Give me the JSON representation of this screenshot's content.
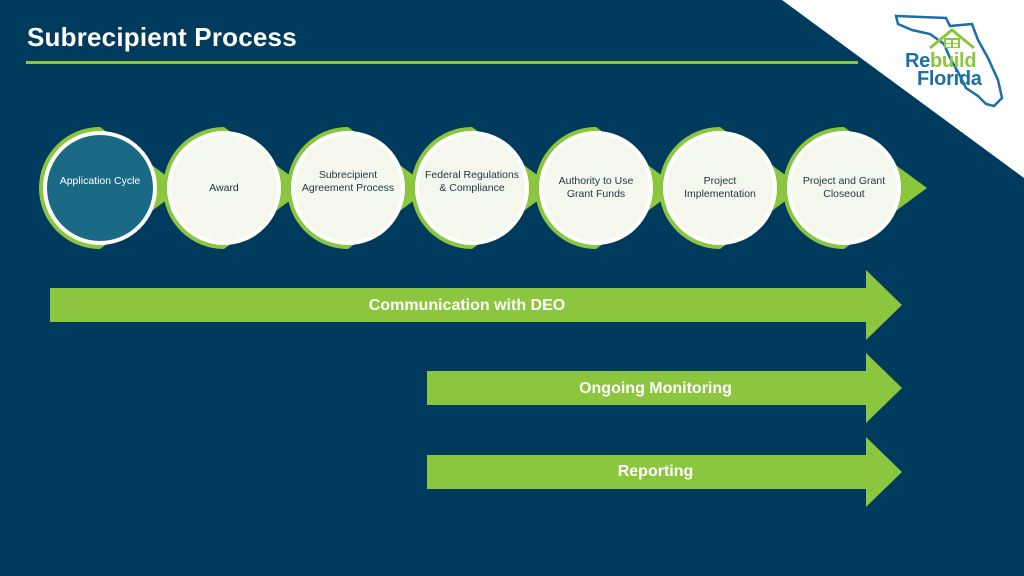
{
  "title": "Subrecipient Process",
  "logo": {
    "part1": "Re",
    "part2": "build",
    "part3": "Florida"
  },
  "colors": {
    "background": "#003a5c",
    "accent": "#8cc63f",
    "active_step": "#1b6a85",
    "step_fill": "#f3f7ec",
    "logo_blue": "#1a6fa8"
  },
  "steps": [
    {
      "label": "Application Cycle",
      "active": true
    },
    {
      "label": "Award",
      "active": false
    },
    {
      "label": "Subrecipient Agreement Process",
      "active": false
    },
    {
      "label": "Federal Regulations & Compliance",
      "active": false
    },
    {
      "label": "Authority to Use Grant Funds",
      "active": false
    },
    {
      "label": "Project Implementation",
      "active": false
    },
    {
      "label": "Project and Grant Closeout",
      "active": false
    }
  ],
  "arrows": [
    {
      "label": "Communication with DEO"
    },
    {
      "label": "Ongoing Monitoring"
    },
    {
      "label": "Reporting"
    }
  ]
}
